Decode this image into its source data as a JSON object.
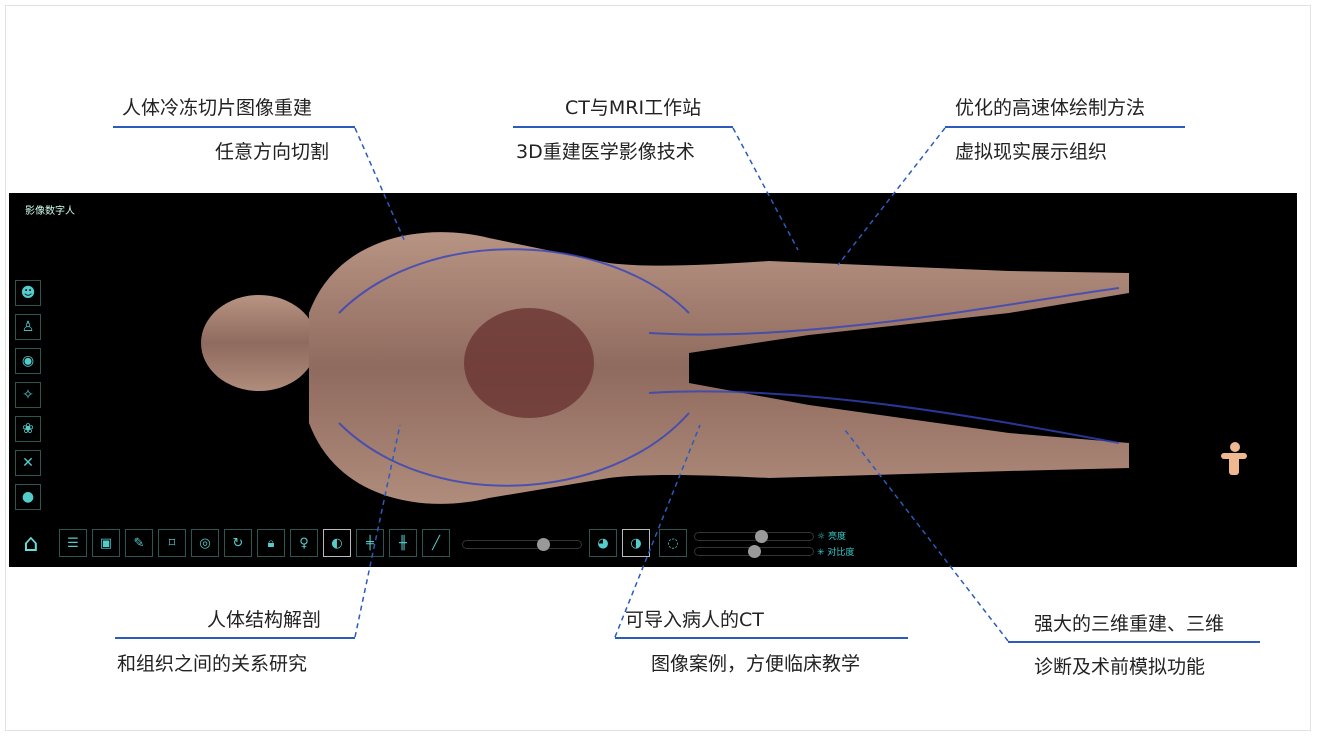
{
  "app": {
    "title": "影像数字人"
  },
  "annotations": [
    {
      "line1": "人体冷冻切片图像重建",
      "line2": "任意方向切割"
    },
    {
      "line1": "CT与MRI工作站",
      "line2": "3D重建医学影像技术"
    },
    {
      "line1": "优化的高速体绘制方法",
      "line2": "虚拟现实展示组织"
    },
    {
      "line1": "人体结构解剖",
      "line2": "和组织之间的关系研究"
    },
    {
      "line1": "可导入病人的CT",
      "line2": "图像案例，方便临床教学"
    },
    {
      "line1": "强大的三维重建、三维",
      "line2": "诊断及术前模拟功能"
    }
  ],
  "controls": {
    "brightness_label": "亮度",
    "contrast_label": "对比度",
    "opacity_value": 0.7,
    "brightness_value": 0.55,
    "contrast_value": 0.5
  },
  "colors": {
    "accent": "#2a5bbd",
    "ui": "#5cc"
  }
}
